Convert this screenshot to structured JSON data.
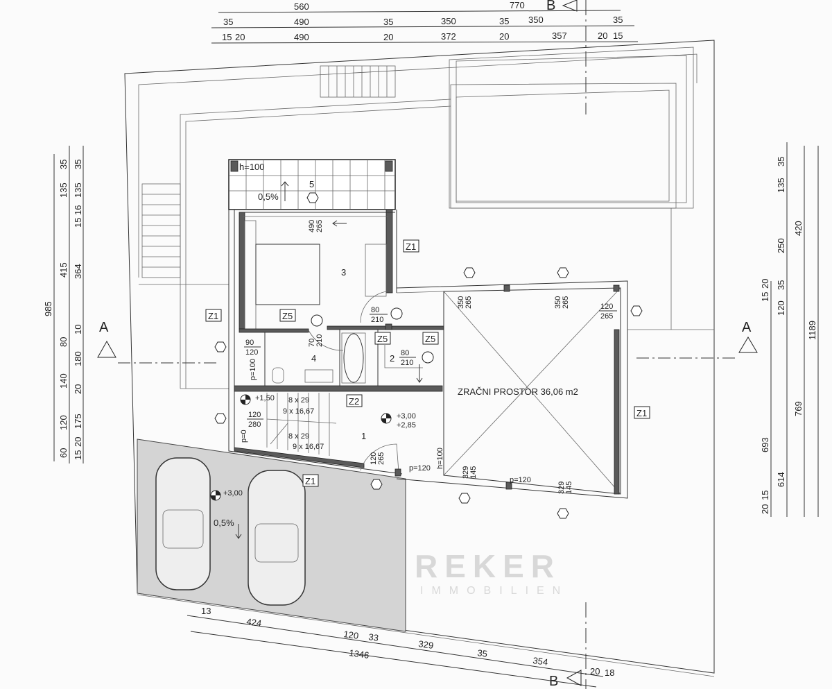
{
  "plan": {
    "air_space_label": "ZRAČNI PROSTOR 36,06 m2",
    "rooms": [
      "1",
      "2",
      "3",
      "4",
      "5"
    ],
    "section_a": "A",
    "section_b": "B",
    "watermark": {
      "brand": "REKER",
      "sub": "IMMOBILIEN"
    },
    "notes": {
      "h100": "h=100",
      "slope": "0,5%",
      "p100": "p=100",
      "p0": "p=0",
      "p120": "p=120",
      "level_150": "+1,50",
      "level_300": "+3,00",
      "level_285": "+2,85",
      "stair_run": "8 x 29",
      "stair_rise": "9 x 16,67"
    },
    "tags": {
      "z1": "Z1",
      "z2": "Z2",
      "z5": "Z5"
    },
    "openings": [
      {
        "w": "490",
        "h": "265"
      },
      {
        "w": "80",
        "h": "210"
      },
      {
        "w": "70",
        "h": "210"
      },
      {
        "w": "90",
        "h": "120"
      },
      {
        "w": "80",
        "h": "210"
      },
      {
        "w": "120",
        "h": "280"
      },
      {
        "w": "120",
        "h": "265"
      },
      {
        "w": "350",
        "h": "265"
      },
      {
        "w": "350",
        "h": "265"
      },
      {
        "w": "120",
        "h": "265"
      },
      {
        "w": "329",
        "h": "145"
      },
      {
        "w": "329",
        "h": "145"
      }
    ]
  },
  "dimensions": {
    "top_row1": [
      "560",
      "770"
    ],
    "top_row2": [
      "35",
      "490",
      "35",
      "350",
      "35",
      "350",
      "35"
    ],
    "top_row3": [
      "15",
      "20",
      "490",
      "20",
      "372",
      "20",
      "357",
      "20",
      "15"
    ],
    "left_outer": [
      "985"
    ],
    "left_mid": [
      "35",
      "135",
      "415",
      "80",
      "140",
      "120",
      "60"
    ],
    "left_inner": [
      "35",
      "135",
      "16",
      "15",
      "364",
      "10",
      "180",
      "20",
      "175",
      "20",
      "15"
    ],
    "right_inner": [
      "35",
      "135",
      "250",
      "20",
      "15",
      "35",
      "120",
      "693",
      "614",
      "15",
      "20"
    ],
    "right_mid": [
      "420",
      "769"
    ],
    "right_outer": [
      "1189"
    ],
    "bottom_row1": [
      "13",
      "424",
      "120",
      "33",
      "329",
      "35",
      "354",
      "20",
      "18"
    ],
    "bottom_row2": [
      "1346"
    ]
  }
}
